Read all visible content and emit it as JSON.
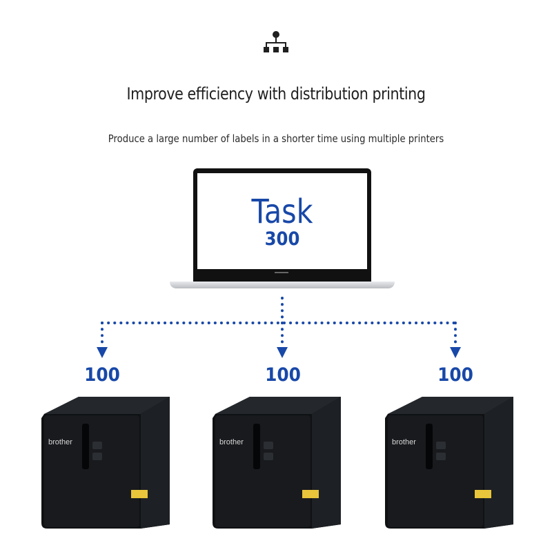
{
  "header": {
    "icon": "network-distribution-icon",
    "title": "Improve efficiency with distribution printing",
    "subtitle": "Produce a large number of labels in a shorter time using multiple printers"
  },
  "laptop": {
    "task_label": "Task",
    "task_count": "300"
  },
  "printers": [
    {
      "count": "100",
      "brand": "brother"
    },
    {
      "count": "100",
      "brand": "brother"
    },
    {
      "count": "100",
      "brand": "brother"
    }
  ],
  "colors": {
    "accent": "#1848a8",
    "text": "#1f1f1f",
    "printer_body": "#17191c"
  }
}
